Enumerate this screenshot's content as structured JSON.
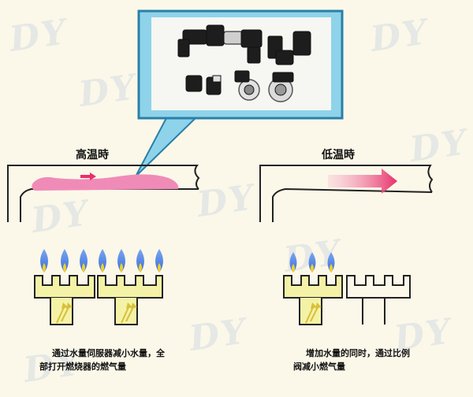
{
  "watermark": "DY",
  "left": {
    "heading": "高温時",
    "caption_line1": "通过水量伺服器减小水量，全",
    "caption_line2": "部打开燃烧器的燃气量"
  },
  "right": {
    "heading": "低温時",
    "caption_line1": "增加水量的同时，通过比例",
    "caption_line2": "阀减小燃气量"
  },
  "colors": {
    "water": "#f08bb8",
    "arrow": "#e8306a",
    "burner_fill": "#f4f2a6",
    "callout_border": "#2a7fa8",
    "callout_fill": "#8fd3ea",
    "flame_outer": "#5a8ee8",
    "flame_inner": "#f2d028",
    "gas_arrow": "#d9c03a"
  }
}
